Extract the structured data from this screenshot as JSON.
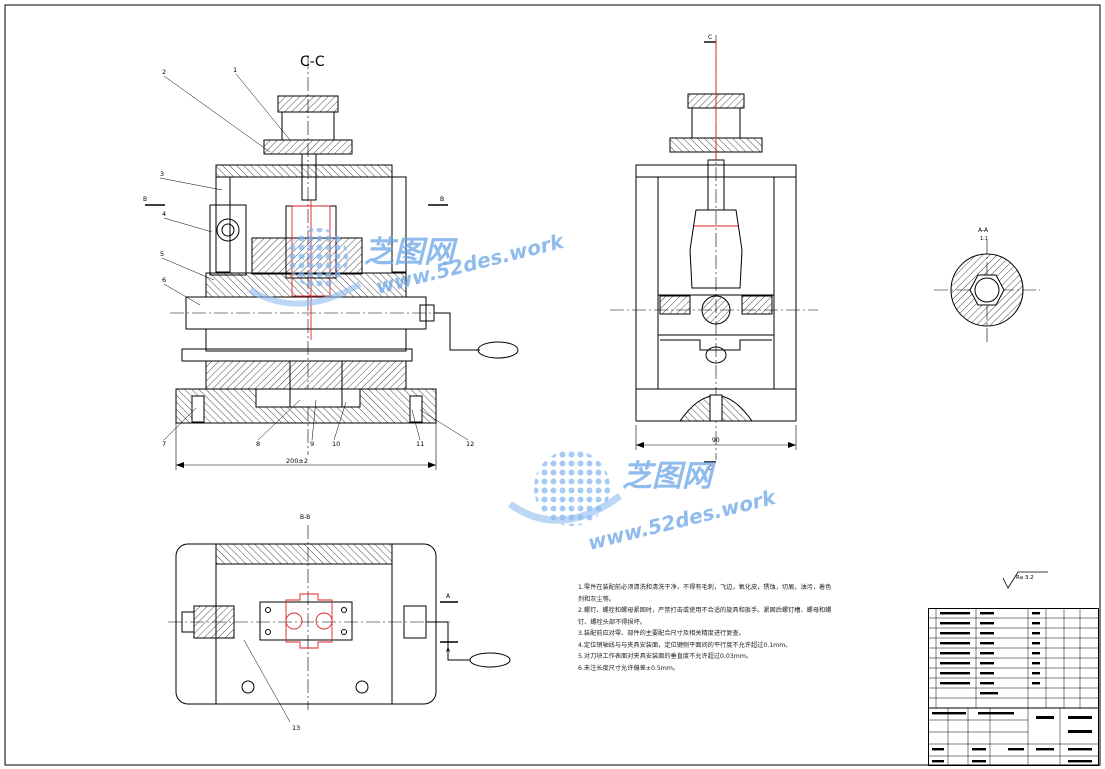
{
  "drawing": {
    "views": {
      "section_cc": "C-C",
      "section_bb": "B-B",
      "section_aa": "A-A",
      "aa_ratio": "1:1",
      "overall_width": "200±2"
    },
    "part_callouts": [
      "2",
      "1",
      "3",
      "4",
      "5",
      "6",
      "7",
      "8",
      "9",
      "10",
      "11",
      "12",
      "13"
    ],
    "cut_markers": {
      "b": "B",
      "a": "A",
      "c": "C"
    },
    "dimension_side": "90",
    "roughness_symbol": "Ra 3.2",
    "notes": [
      "1.零件在装配前必须清洗和清洗干净，不得有毛刺，飞边，氧化皮，锈蚀，切屑，油污，着色",
      "剂和灰尘等。",
      "2.螺钉、螺栓和螺母紧固时，严禁打击或使用不合适的旋具和扳手。紧固后螺钉槽、螺母和螺",
      "钉、螺栓头部不得损坏。",
      "3.装配前应对零、部件的主要配合尺寸及相关精度进行复查。",
      "4.定位销轴线与与夹具安装面，定位键侧平面间的平行度不允许超过0.1mm。",
      "5.对刀块工作表面对夹具安装面的垂直度不允许超过0.03mm。",
      "6.未注长度尺寸允许偏差±0.5mm。"
    ],
    "watermark": {
      "brand": "芝图网",
      "url": "www.52des.work"
    }
  }
}
